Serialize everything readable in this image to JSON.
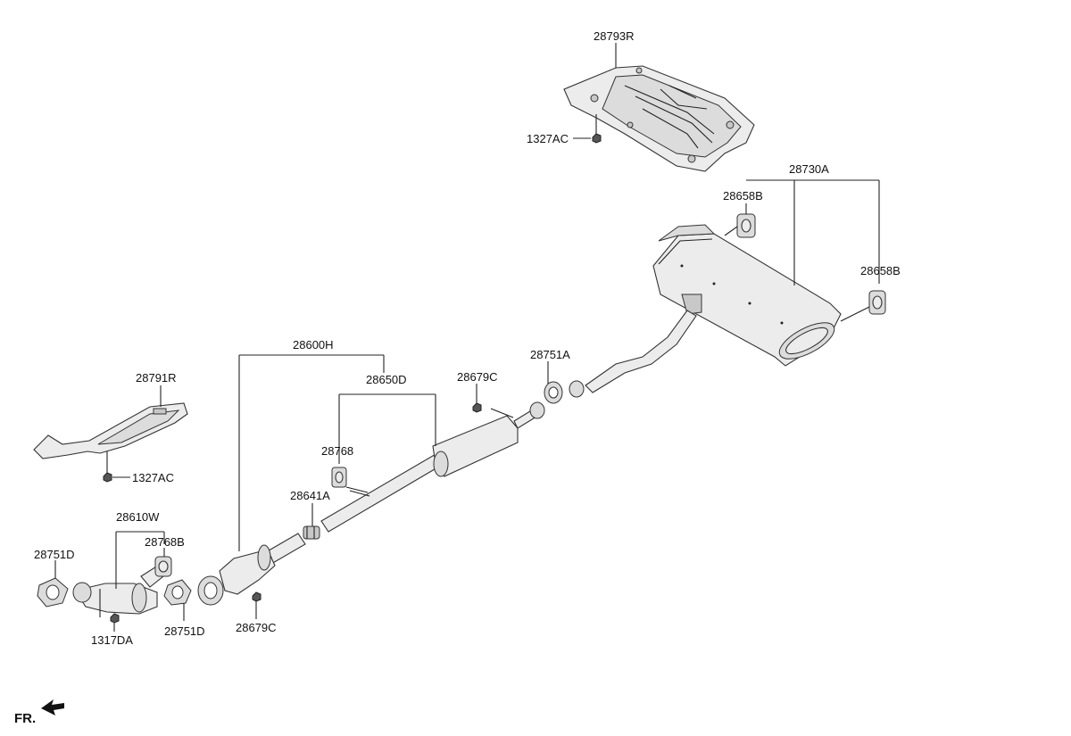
{
  "labels": {
    "heat_shield_rear": "28793R",
    "nut_upper": "1327AC",
    "rear_muffler_assy": "28730A",
    "hanger_upper": "28658B",
    "hanger_right": "28658B",
    "gasket_rear": "28751A",
    "nut_center": "28679C",
    "center_muffler": "28650D",
    "front_pipe_assy": "28600H",
    "heat_shield_front": "28791R",
    "nut_front": "1327AC",
    "hanger_center": "28768",
    "clamp": "28641A",
    "manifold_converter": "28610W",
    "hanger_front": "28768B",
    "gasket_left": "28751D",
    "gasket_mid": "28751D",
    "nut_bottom": "1317DA",
    "nut_bottom_right": "28679C",
    "front_indicator": "FR."
  }
}
